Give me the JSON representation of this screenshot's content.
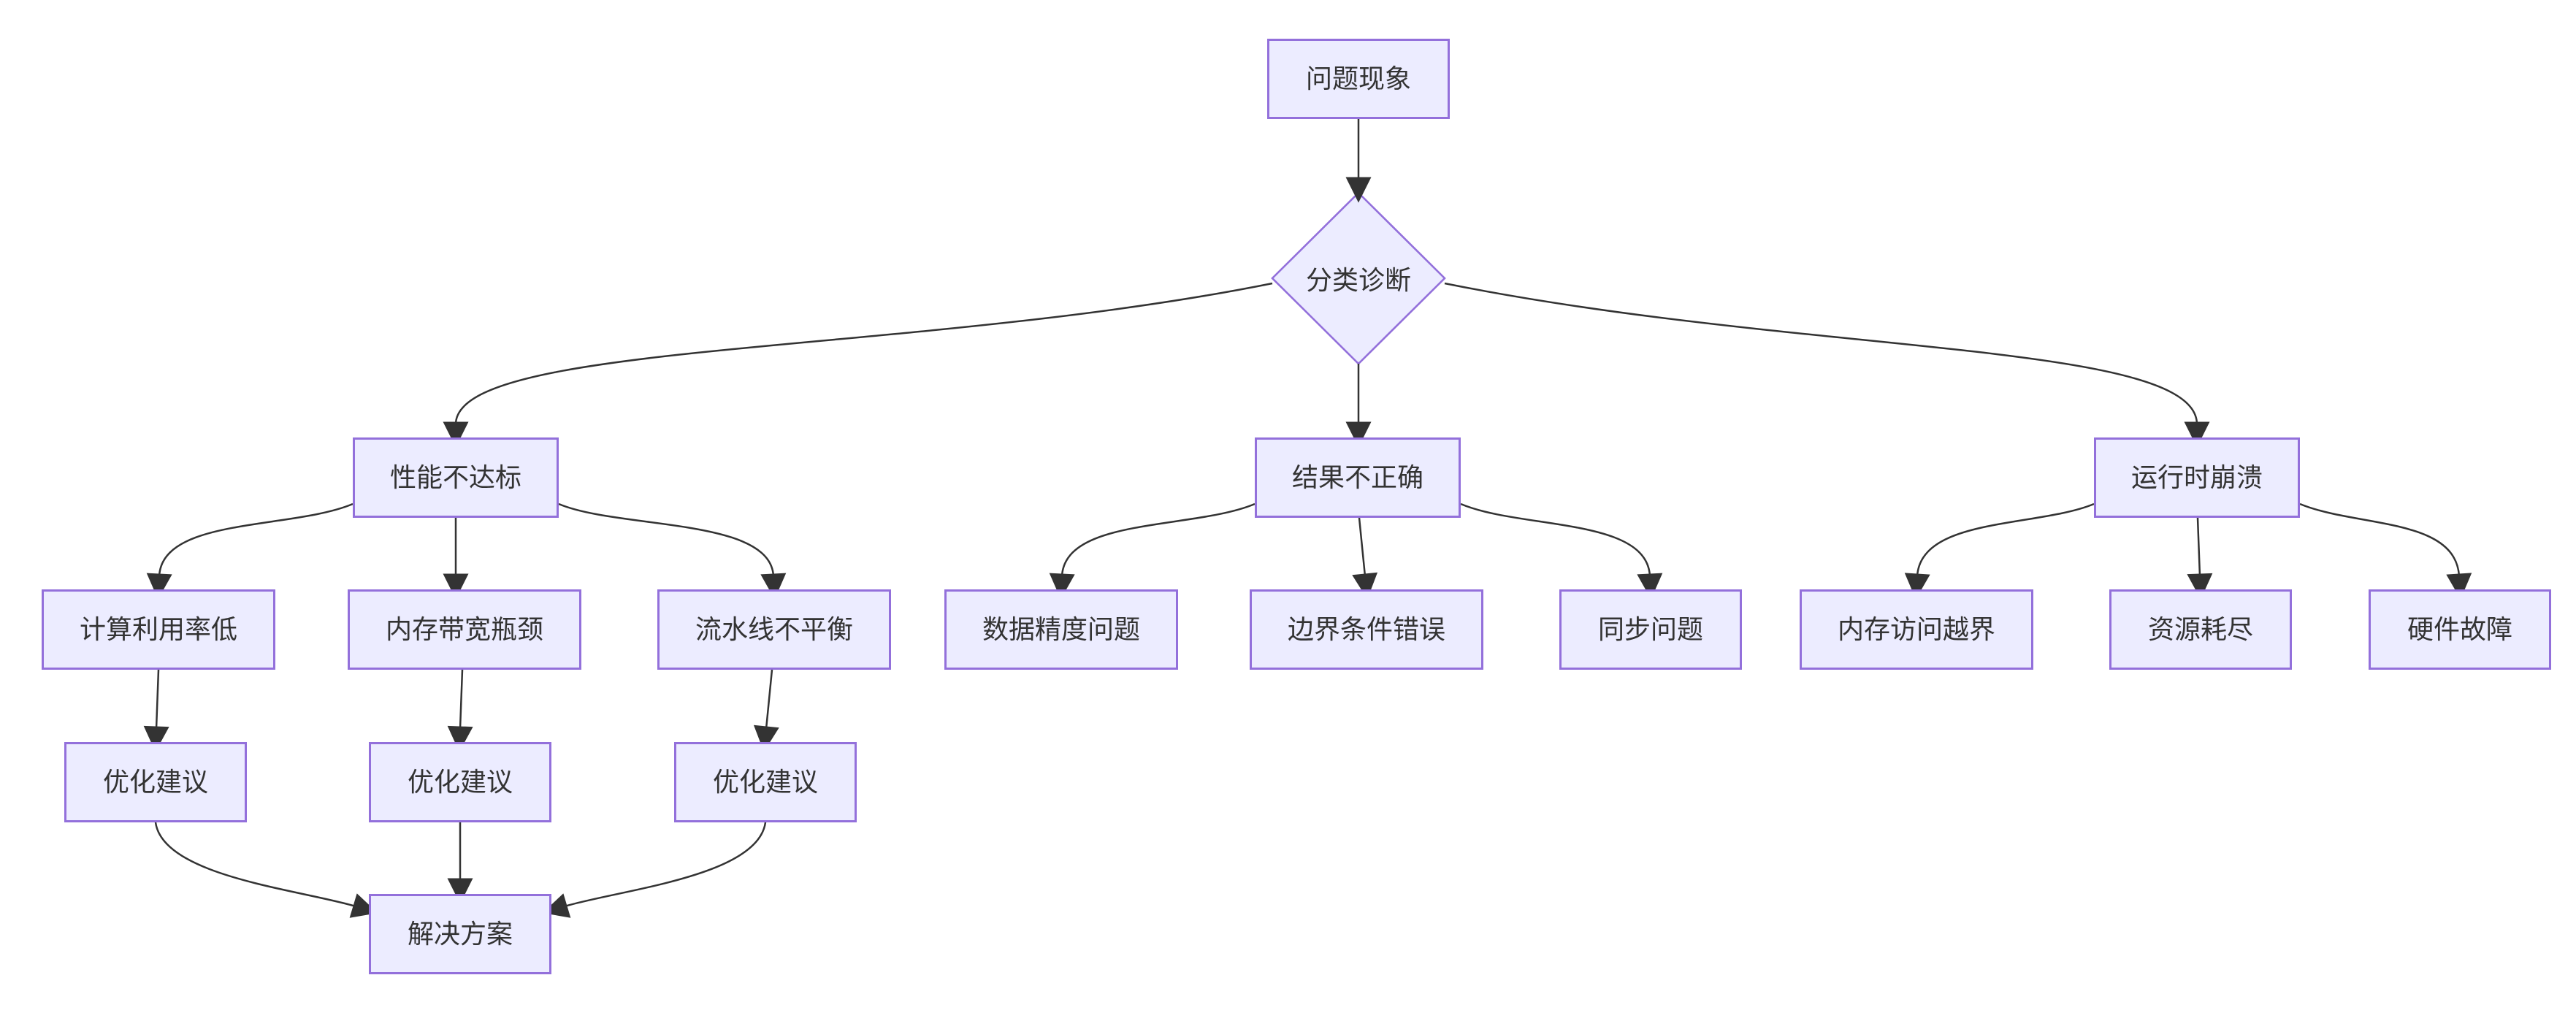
{
  "diagram": {
    "type": "flowchart",
    "direction": "top-down",
    "colors": {
      "background": "#ffffff",
      "node_fill": "#ECECFF",
      "node_border": "#9370DB",
      "edge": "#333333",
      "text": "#333333"
    },
    "nodes": {
      "problem": {
        "label": "问题现象",
        "shape": "rect"
      },
      "diagnose": {
        "label": "分类诊断",
        "shape": "diamond"
      },
      "perf": {
        "label": "性能不达标",
        "shape": "rect"
      },
      "wrong": {
        "label": "结果不正确",
        "shape": "rect"
      },
      "crash": {
        "label": "运行时崩溃",
        "shape": "rect"
      },
      "util": {
        "label": "计算利用率低",
        "shape": "rect"
      },
      "mem": {
        "label": "内存带宽瓶颈",
        "shape": "rect"
      },
      "pipe": {
        "label": "流水线不平衡",
        "shape": "rect"
      },
      "precision": {
        "label": "数据精度问题",
        "shape": "rect"
      },
      "boundary": {
        "label": "边界条件错误",
        "shape": "rect"
      },
      "sync": {
        "label": "同步问题",
        "shape": "rect"
      },
      "oob": {
        "label": "内存访问越界",
        "shape": "rect"
      },
      "resource": {
        "label": "资源耗尽",
        "shape": "rect"
      },
      "hardware": {
        "label": "硬件故障",
        "shape": "rect"
      },
      "opt1": {
        "label": "优化建议",
        "shape": "rect"
      },
      "opt2": {
        "label": "优化建议",
        "shape": "rect"
      },
      "opt3": {
        "label": "优化建议",
        "shape": "rect"
      },
      "solution": {
        "label": "解决方案",
        "shape": "rect"
      }
    },
    "edges": [
      {
        "from": "problem",
        "to": "diagnose"
      },
      {
        "from": "diagnose",
        "to": "perf"
      },
      {
        "from": "diagnose",
        "to": "wrong"
      },
      {
        "from": "diagnose",
        "to": "crash"
      },
      {
        "from": "perf",
        "to": "util"
      },
      {
        "from": "perf",
        "to": "mem"
      },
      {
        "from": "perf",
        "to": "pipe"
      },
      {
        "from": "wrong",
        "to": "precision"
      },
      {
        "from": "wrong",
        "to": "boundary"
      },
      {
        "from": "wrong",
        "to": "sync"
      },
      {
        "from": "crash",
        "to": "oob"
      },
      {
        "from": "crash",
        "to": "resource"
      },
      {
        "from": "crash",
        "to": "hardware"
      },
      {
        "from": "util",
        "to": "opt1"
      },
      {
        "from": "mem",
        "to": "opt2"
      },
      {
        "from": "pipe",
        "to": "opt3"
      },
      {
        "from": "opt1",
        "to": "solution"
      },
      {
        "from": "opt2",
        "to": "solution"
      },
      {
        "from": "opt3",
        "to": "solution"
      }
    ]
  }
}
